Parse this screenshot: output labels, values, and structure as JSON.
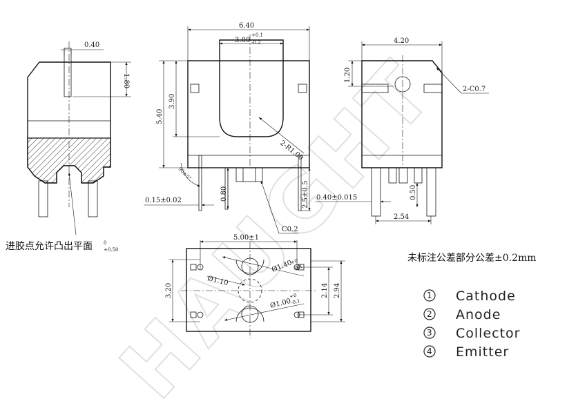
{
  "watermark": "HAUGHT",
  "side_view": {
    "dim_width_top": "0.40",
    "dim_height_right": "1.80",
    "note_text": "进胶点允许凸出平面",
    "note_tol_upper": "0",
    "note_tol_lower": "+0.50"
  },
  "front_view": {
    "dim_overall_width": "6.40",
    "dim_window_width": "3.00",
    "dim_window_tol_upper": "+0.1",
    "dim_window_tol_lower": "-0.2",
    "dim_height_left": "5.40",
    "dim_window_height": "3.90",
    "dim_radius": "2-R1.00",
    "dim_angle": "90±5°",
    "dim_pin_thickness": "0.15±0.02",
    "dim_standoff": "0.80",
    "dim_pin_length": "2.5±0.5",
    "dim_chamfer": "C0.2"
  },
  "right_view": {
    "dim_width": "4.20",
    "dim_hole_offset": "1.20",
    "dim_chamfer": "2-C0.7",
    "dim_pin_width": "0.40±0.015",
    "dim_pin_height": "0.50",
    "dim_pin_pitch": "2.54"
  },
  "bottom_view": {
    "dim_width": "5.00±1",
    "dim_height": "3.20",
    "dim_hole_small": "Ø1.10",
    "dim_hole_large": "Ø1.40",
    "dim_hole_large_tol_upper": "+0",
    "dim_hole_large_tol_lower": "-0.1",
    "dim_hole_bottom": "Ø1.00",
    "dim_hole_bottom_tol_upper": "+0",
    "dim_hole_bottom_tol_lower": "-0.1",
    "dim_spacing_inner": "2.14",
    "dim_spacing_outer": "2.94"
  },
  "general_tolerance_note": "未标注公差部分公差±0.2mm",
  "legend": [
    {
      "num": "1",
      "label": "Cathode"
    },
    {
      "num": "2",
      "label": "Anode"
    },
    {
      "num": "3",
      "label": "Collector"
    },
    {
      "num": "4",
      "label": "Emitter"
    }
  ]
}
